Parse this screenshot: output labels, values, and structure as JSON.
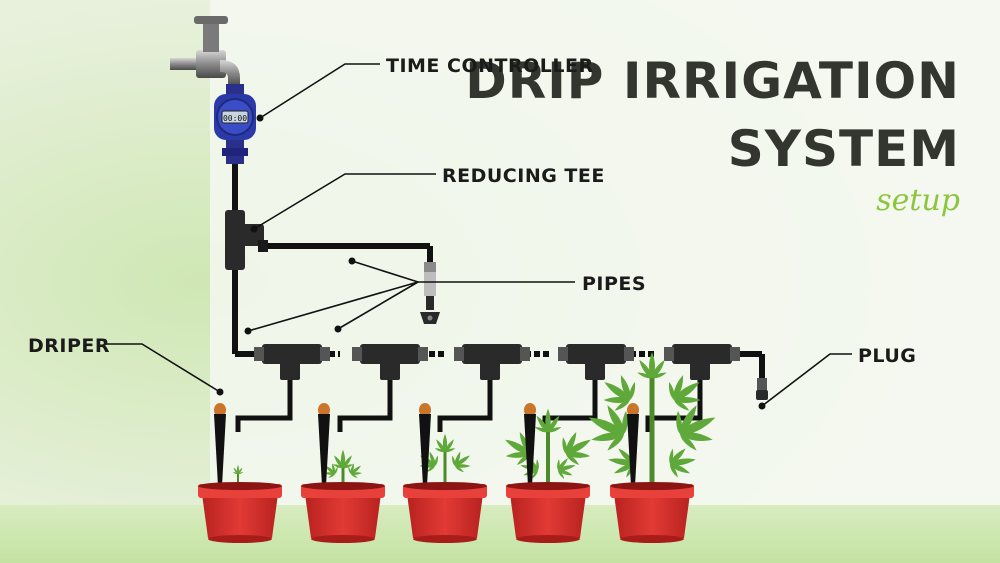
{
  "title": {
    "line1": "DRIP IRRIGATION",
    "line2": "SYSTEM",
    "subtitle": "setup"
  },
  "labels": {
    "time_controller": "TIME CONTROLLER",
    "reducing_tee": "REDUCING TEE",
    "pipes": "PIPES",
    "driper": "DRIPER",
    "plug": "PLUG"
  },
  "timer_display": "00:00",
  "colors": {
    "background": "#eef4e4",
    "wall": "#f4f7f0",
    "pipe": "#111111",
    "pot": "#d9302c",
    "pot_rim": "#e8413c",
    "leaf": "#5fa83a",
    "dripper_cap": "#c9762b",
    "timer": "#2b3aa8",
    "title": "#33362f",
    "subtitle": "#8cc63f"
  },
  "icons": [
    "faucet-icon",
    "timer-icon",
    "sprinkler-icon",
    "plant-icon"
  ]
}
